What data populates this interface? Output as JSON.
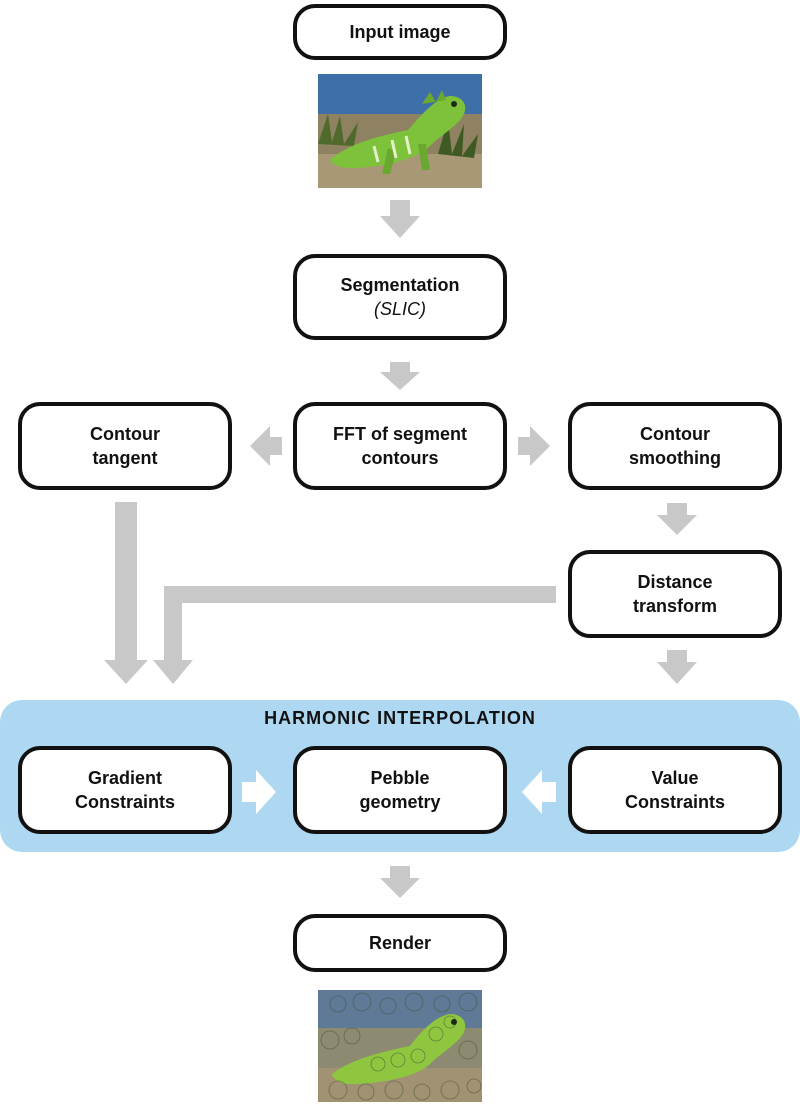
{
  "nodes": {
    "input_image": "Input image",
    "segmentation": "Segmentation",
    "segmentation_method": "(SLIC)",
    "contour_tangent_l1": "Contour",
    "contour_tangent_l2": "tangent",
    "fft_l1": "FFT of segment",
    "fft_l2": "contours",
    "contour_smoothing_l1": "Contour",
    "contour_smoothing_l2": "smoothing",
    "distance_transform_l1": "Distance",
    "distance_transform_l2": "transform",
    "gradient_constraints_l1": "Gradient",
    "gradient_constraints_l2": "Constraints",
    "pebble_geometry_l1": "Pebble",
    "pebble_geometry_l2": "geometry",
    "value_constraints_l1": "Value",
    "value_constraints_l2": "Constraints",
    "render": "Render"
  },
  "panel": {
    "title": "HARMONIC INTERPOLATION"
  },
  "colors": {
    "box_border": "#111111",
    "arrow_gray": "#c8c8c8",
    "arrow_white": "#ffffff",
    "panel_blue": "#aed8f2"
  },
  "images": {
    "input": "iguana-photo",
    "output": "pebble-mosaic-iguana"
  }
}
